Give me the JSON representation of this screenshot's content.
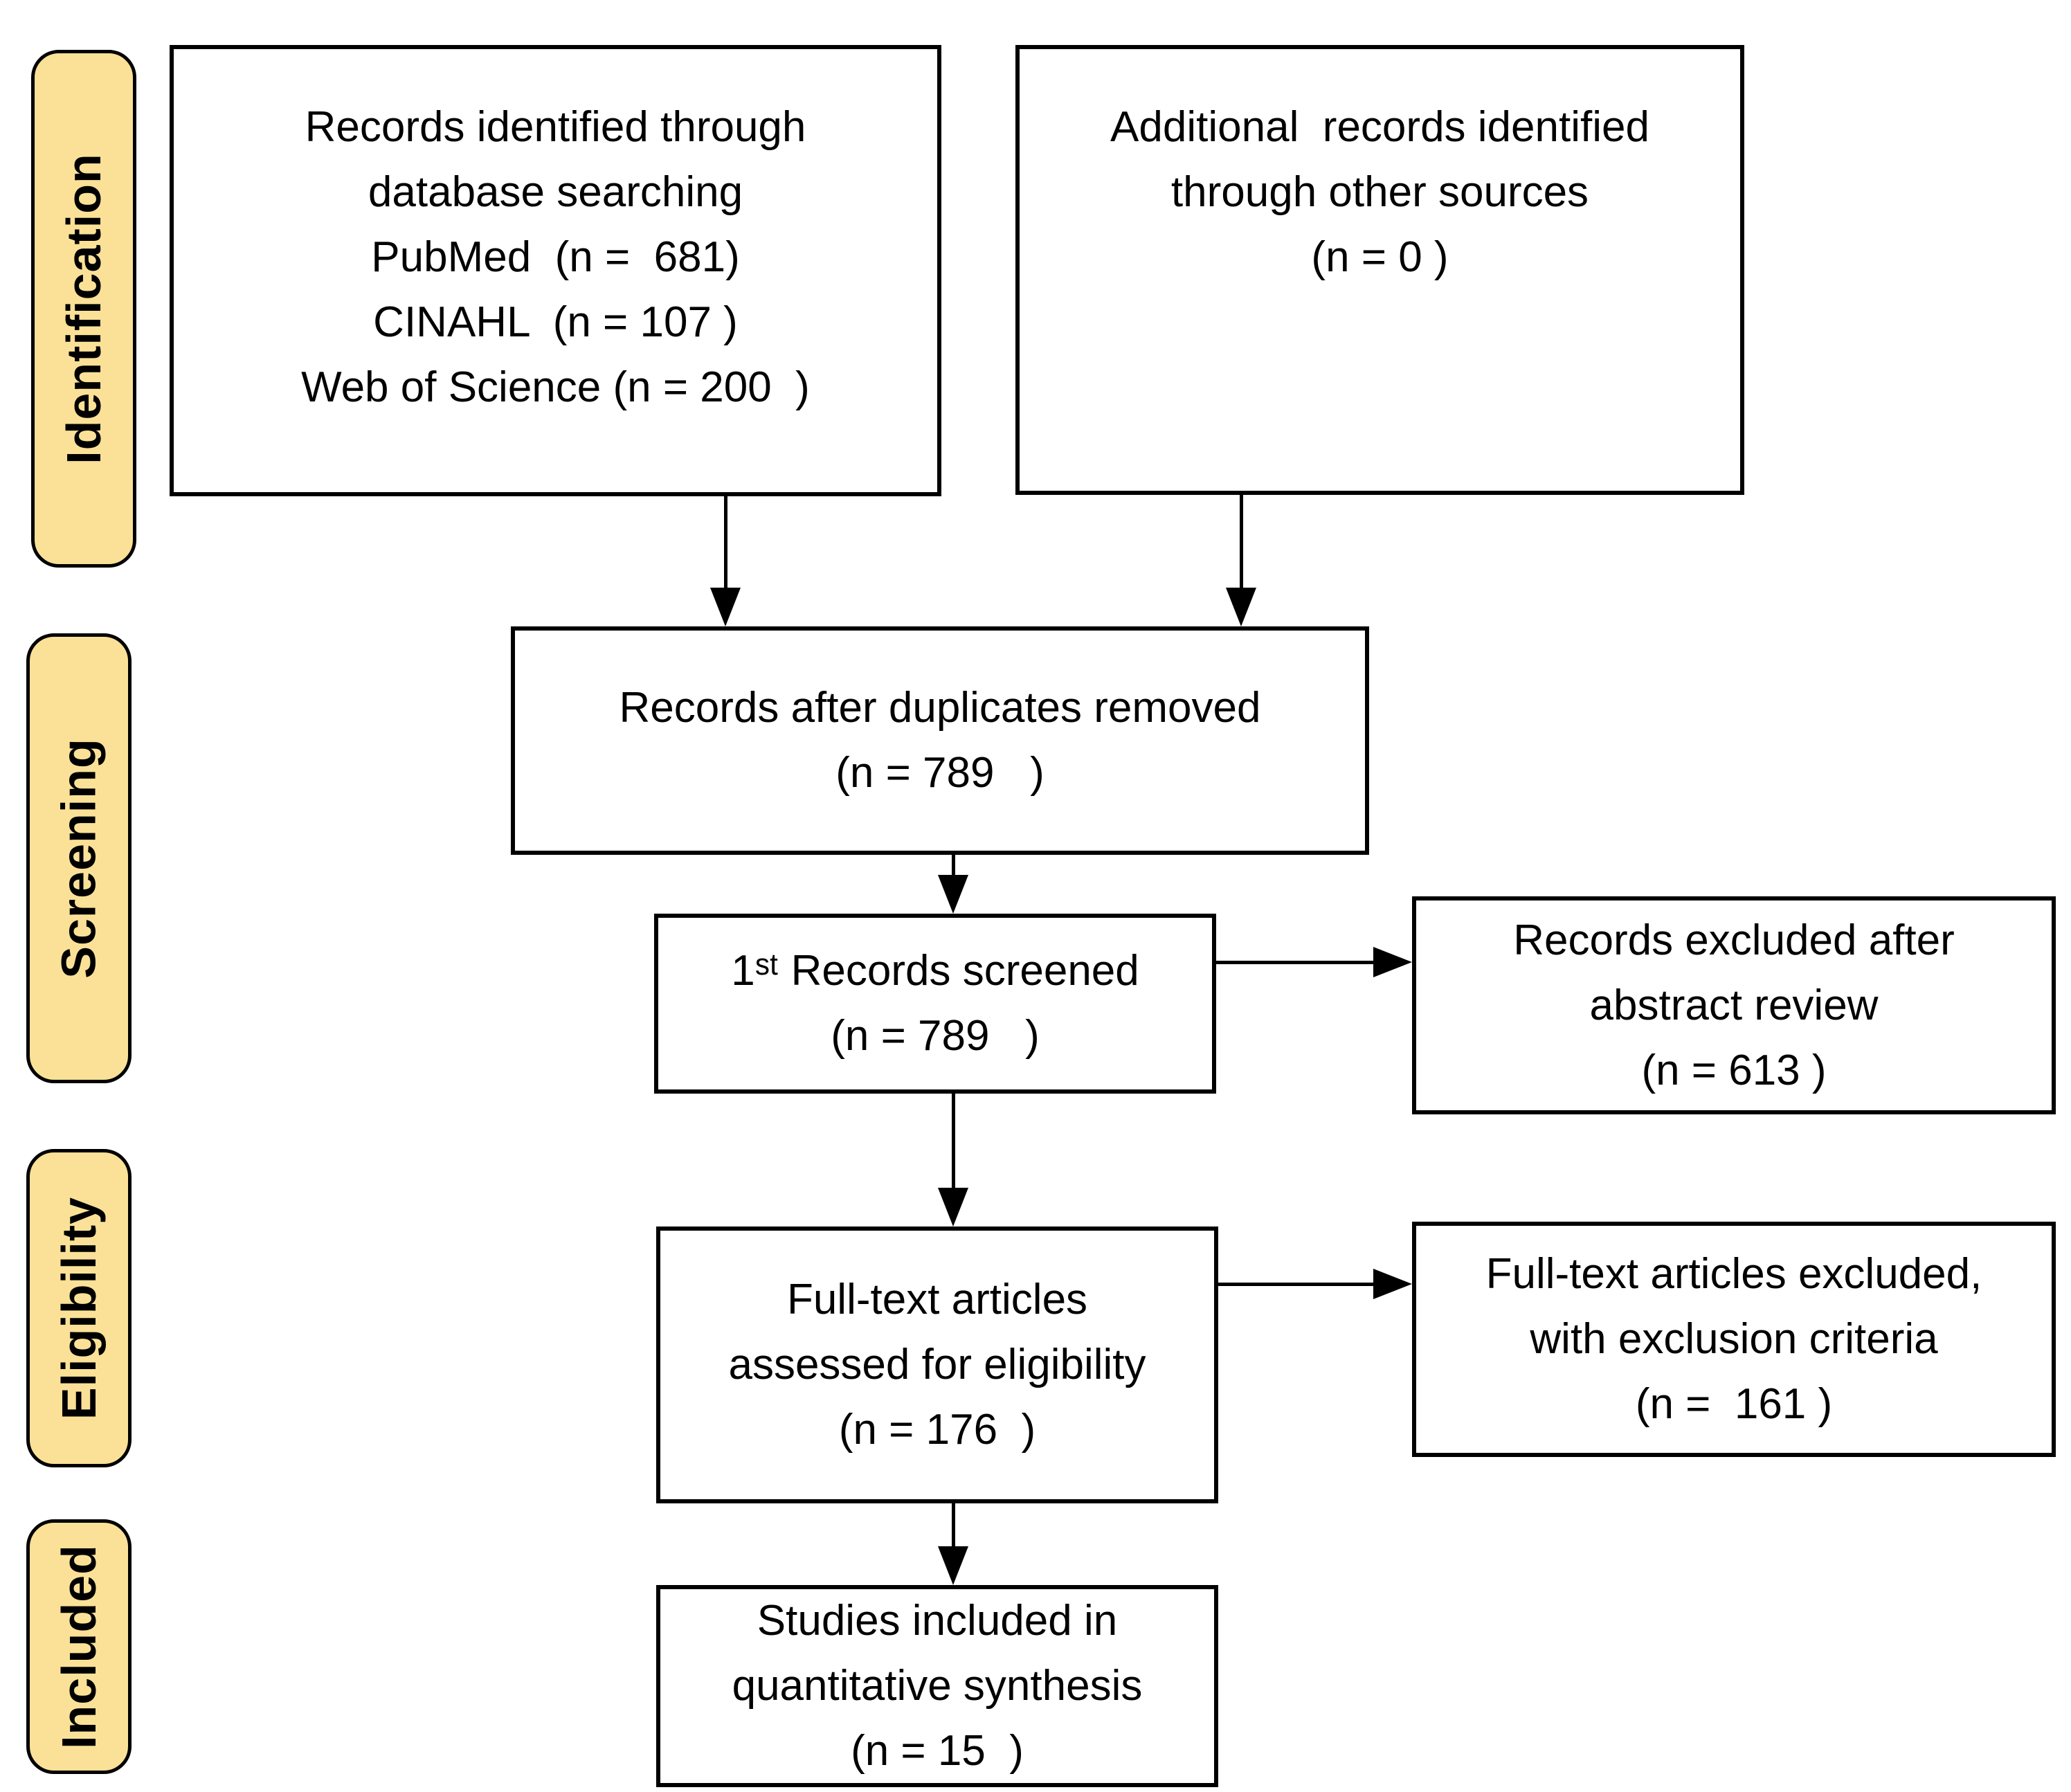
{
  "diagram": {
    "stages": [
      {
        "label": "Identification"
      },
      {
        "label": "Screening"
      },
      {
        "label": "Eligibility"
      },
      {
        "label": "Included"
      }
    ],
    "boxes": {
      "records_identified": {
        "lines": [
          "Records identified through",
          "database searching",
          "PubMed  (n =  681)",
          "CINAHL  (n = 107 )",
          "Web of Science (n = 200  )"
        ]
      },
      "additional_records": {
        "lines": [
          "Additional  records identified",
          "through other sources",
          "(n = 0 )"
        ]
      },
      "after_duplicates": {
        "lines": [
          "Records after duplicates removed",
          "(n = 789   )"
        ]
      },
      "records_screened": {
        "lines": [
          "1ˢᵗ Records screened",
          "(n = 789   )"
        ]
      },
      "records_excluded": {
        "lines": [
          "Records excluded after",
          "abstract review",
          "(n = 613 )"
        ]
      },
      "fulltext_assessed": {
        "lines": [
          "Full-text articles",
          "assessed for eligibility",
          "(n = 176  )"
        ]
      },
      "fulltext_excluded": {
        "lines": [
          "Full-text articles excluded,",
          "with exclusion criteria",
          "(n =  161 )"
        ]
      },
      "studies_included": {
        "lines": [
          "Studies included in",
          "quantitative synthesis",
          "(n = 15  )"
        ]
      }
    },
    "colors": {
      "stage_fill": "#FAE197",
      "stage_border": "#000000",
      "box_border": "#000000",
      "text": "#000000",
      "arrow": "#000000",
      "background": "#FFFFFF"
    }
  }
}
